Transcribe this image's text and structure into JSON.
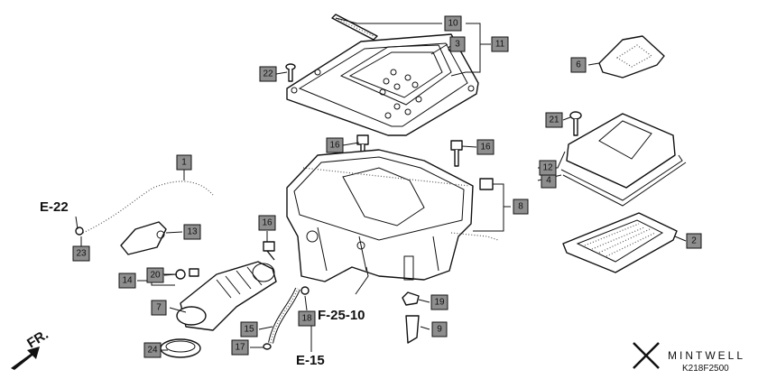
{
  "diagram": {
    "callouts": [
      "1",
      "2",
      "3",
      "4",
      "6",
      "7",
      "8",
      "9",
      "10",
      "11",
      "12",
      "13",
      "14",
      "15",
      "16",
      "16",
      "16",
      "17",
      "18",
      "19",
      "20",
      "21",
      "22",
      "23",
      "24"
    ],
    "references": {
      "e22": "E-22",
      "e15": "E-15",
      "f2510": "F-25-10"
    },
    "direction_label": "FR.",
    "brand": "MINTWELL",
    "diagram_code": "K218F2500"
  }
}
